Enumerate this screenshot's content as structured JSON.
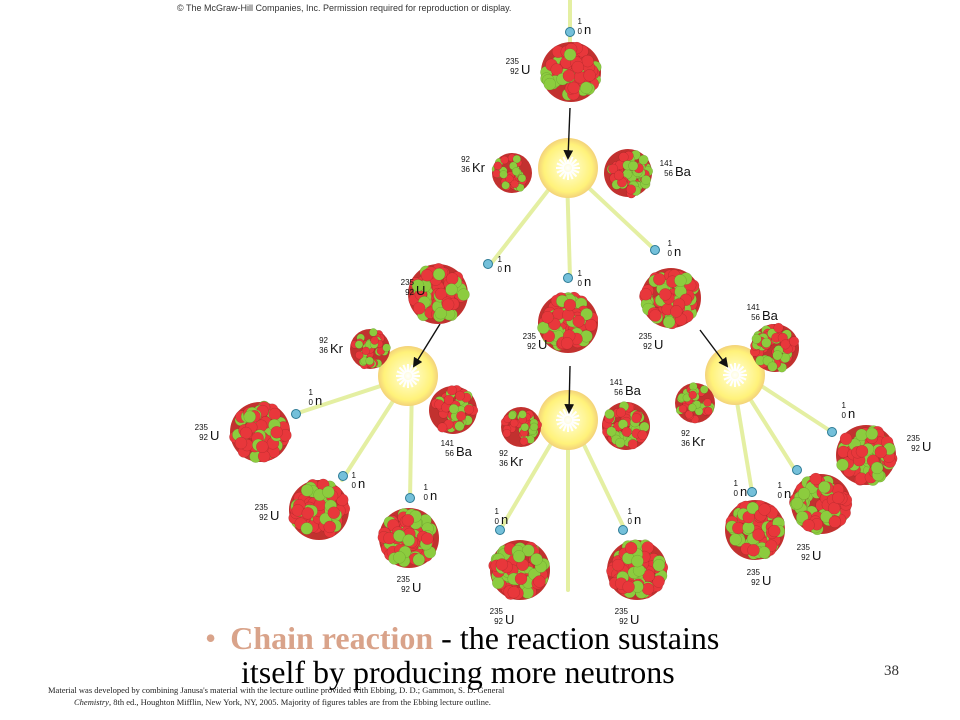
{
  "copyright": "© The McGraw-Hill Companies, Inc. Permission required for reproduction or display.",
  "symbols": {
    "uranium": {
      "symbol": "U",
      "mass": "235",
      "atomic": "92"
    },
    "krypton": {
      "symbol": "Kr",
      "mass": "92",
      "atomic": "36"
    },
    "barium": {
      "symbol": "Ba",
      "mass": "141",
      "atomic": "56"
    },
    "neutron": {
      "symbol": "n",
      "mass": "1",
      "atomic": "0"
    }
  },
  "colors": {
    "proton": "#e8373b",
    "neutron_particle": "#8ccc3e",
    "free_neutron": "#74c0da",
    "flash": "#fff27a",
    "neutron_path": "#e4efa2",
    "accent": "#d9a38a"
  },
  "bullet": {
    "marker": "•",
    "term": "Chain reaction",
    "line1_rest": " - the reaction sustains",
    "line2": "itself by producing more neutrons"
  },
  "footer": {
    "line1": "Material was developed by combining Janusa's material with the lecture outline provided with Ebbing, D. D.; Gammon, S. D. General",
    "line2_italic": "Chemistry",
    "line2_rest": ", 8th ed., Houghton Mifflin, New York, NY, 2005.  Majority of figures tables are from the Ebbing lecture outline."
  },
  "page_number": "38"
}
